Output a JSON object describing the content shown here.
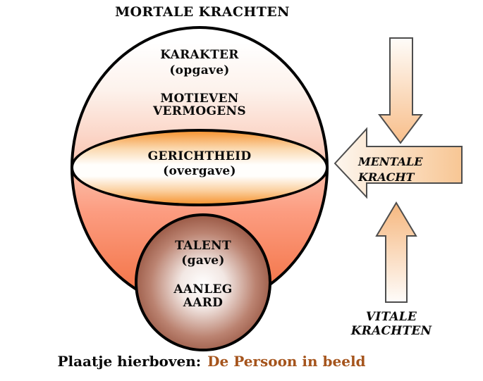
{
  "title": "MORTALE KRACHTEN",
  "sphere": {
    "karakter": "KARAKTER",
    "karakter_sub": "(opgave)",
    "motieven": "MOTIEVEN",
    "vermogens": "VERMOGENS"
  },
  "lens": {
    "gerichtheid": "GERICHTHEID",
    "gerichtheid_sub": "(overgave)"
  },
  "core": {
    "talent": "TALENT",
    "talent_sub": "(gave)",
    "aanleg": "AANLEG",
    "aard": "AARD"
  },
  "forces": {
    "mentale_line1": "MENTALE",
    "mentale_line2": "KRACHT",
    "vitale": "VITALE KRACHTEN"
  },
  "caption": {
    "prefix": "Plaatje hierboven:",
    "highlight": "De Persoon in beeld"
  },
  "colors": {
    "lens_orange": "#F69737",
    "sphere_coral": "#F4744A",
    "core_dark": "#7A3629",
    "arrow_peach": "#F8C694",
    "caption_highlight": "#A5541C"
  }
}
